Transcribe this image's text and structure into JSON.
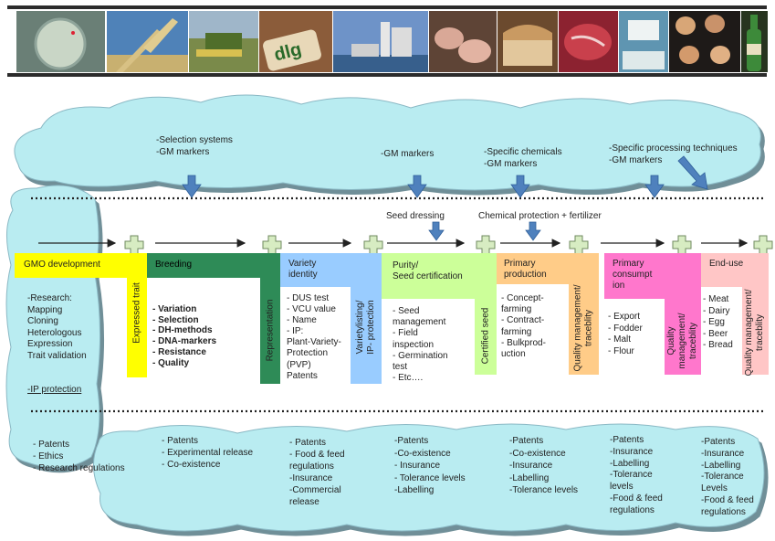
{
  "photos": [
    {
      "name": "petri-dish-photo",
      "bg": "#6a7f76",
      "fg": "#c9d6c6"
    },
    {
      "name": "wheat-photo",
      "bg": "#4f82b8",
      "fg": "#d8c184"
    },
    {
      "name": "combine-harvester-photo",
      "bg": "#7a8a4a",
      "fg": "#4f6e2a"
    },
    {
      "name": "dlg-sacks-photo",
      "bg": "#8b5c3a",
      "fg": "#e8d8b8"
    },
    {
      "name": "grain-silo-photo",
      "bg": "#6e93c8",
      "fg": "#e6e6e6"
    },
    {
      "name": "pigs-photo",
      "bg": "#5e4436",
      "fg": "#d9a897"
    },
    {
      "name": "bread-photo",
      "bg": "#6b4a2e",
      "fg": "#c99a62"
    },
    {
      "name": "meat-photo",
      "bg": "#8c2230",
      "fg": "#c9404c"
    },
    {
      "name": "milk-photo",
      "bg": "#5f95b1",
      "fg": "#eef3f3"
    },
    {
      "name": "eggs-photo",
      "bg": "#1e1a18",
      "fg": "#d8a677"
    },
    {
      "name": "beer-bottle-photo",
      "bg": "#27341f",
      "fg": "#3d8a3a"
    }
  ],
  "top_cloud": [
    {
      "text": "-Selection systems\n-GM markers"
    },
    {
      "text": "-GM markers"
    },
    {
      "text": "-Specific chemicals\n-GM markers"
    },
    {
      "text": "-Specific processing techniques\n-GM markers"
    }
  ],
  "midlabels": {
    "seed_dressing": "Seed dressing",
    "chem_protection": "Chemical protection + fertilizer"
  },
  "stages": [
    {
      "title": "GMO development"
    },
    {
      "title": "Breeding"
    },
    {
      "title": "Variety\nidentity"
    },
    {
      "title": "Purity/\nSeed certification"
    },
    {
      "title": "Primary\nproduction"
    },
    {
      "title": "Primary\nconsumpt\nion"
    },
    {
      "title": "End-use"
    }
  ],
  "vertical_labels": [
    "Expressed trait",
    "Representation",
    "Varietylisting/\nIP- protection",
    "Certified seed",
    "Quality management/\ntraceblity",
    "Quality management/\ntraceblity",
    "Quality management/\ntraceblity"
  ],
  "details": {
    "gmo": "-Research:\nMapping\nCloning\nHeterologous\nExpression\nTrait validation",
    "gmo_ip": "-IP protection",
    "breeding": [
      "- Variation",
      "- Selection",
      "- DH-methods",
      "- DNA-markers",
      "- Resistance",
      "- Quality"
    ],
    "variety": "- DUS test\n- VCU value\n- Name\n- IP:\nPlant-Variety-\nProtection\n(PVP)\nPatents",
    "purity": "- Seed\nmanagement\n- Field\ninspection\n- Germination\ntest\n- Etc….",
    "primary_production": "- Concept-\nfarming\n- Contract-\nfarming\n- Bulkprod-\nuction",
    "primary_consumption": "- Export\n- Fodder\n- Malt\n- Flour",
    "end_use": "- Meat\n- Dairy\n- Egg\n- Beer\n- Bread"
  },
  "bottom_cloud": [
    "- Patents\n- Ethics\n- Research regulations",
    "- Patents\n- Experimental release\n- Co-existence",
    "- Patents\n- Food & feed\nregulations\n-Insurance\n-Commercial\nrelease",
    "-Patents\n-Co-existence\n- Insurance\n- Tolerance levels\n-Labelling",
    "-Patents\n-Co-existence\n-Insurance\n-Labelling\n-Tolerance levels",
    "-Patents\n-Insurance\n-Labelling\n-Tolerance\nlevels\n-Food & feed\nregulations",
    "-Patents\n-Insurance\n-Labelling\n-Tolerance\nLevels\n-Food & feed\nregulations"
  ],
  "colors": {
    "cloud": "#b9ecf1",
    "cloud_edge": "#8ab8c4",
    "cloud_shadow": "#6f8f98",
    "yellow": "#ffff00",
    "green": "#2e8b57",
    "blue": "#99ccff",
    "lightgreen": "#ccff99",
    "orange": "#ffcc88",
    "pink": "#ff77cc",
    "lightpink": "#ffc6c6",
    "arrow_blue": "#4f81bd"
  }
}
